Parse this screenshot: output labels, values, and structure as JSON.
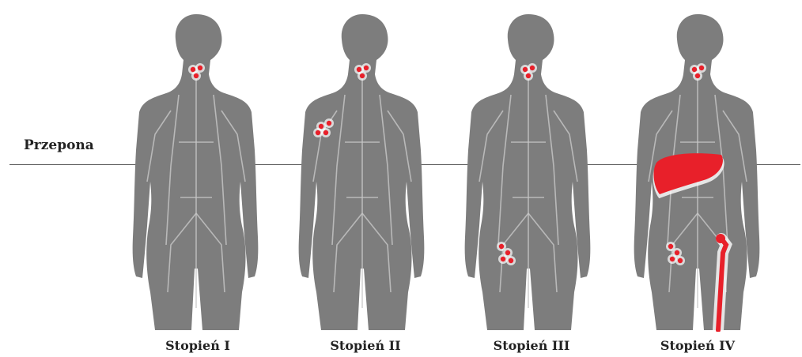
{
  "diaphragm_label": "Przepona",
  "stages": [
    {
      "label": "Stopień I",
      "affected": [
        "neck"
      ]
    },
    {
      "label": "Stopień II",
      "affected": [
        "neck",
        "axilla"
      ]
    },
    {
      "label": "Stopień III",
      "affected": [
        "neck",
        "groin"
      ]
    },
    {
      "label": "Stopień IV",
      "affected": [
        "neck",
        "liver",
        "groin",
        "bone"
      ]
    }
  ],
  "colors": {
    "body": "#7d7d7d",
    "vessel": "#c8c8c8",
    "node": "#e8202a",
    "line": "#555555"
  }
}
